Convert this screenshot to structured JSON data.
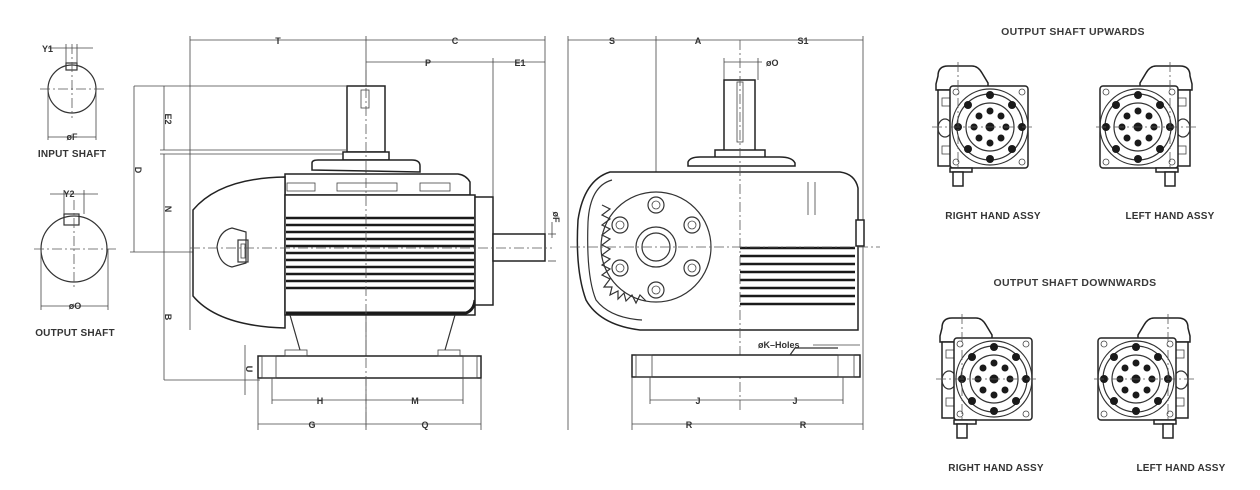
{
  "shaft_details": {
    "input_shaft": {
      "caption": "INPUT SHAFT",
      "key_width_label": "Y1",
      "diameter_label": "øF"
    },
    "output_shaft": {
      "caption": "OUTPUT SHAFT",
      "key_width_label": "Y2",
      "diameter_label": "øO"
    }
  },
  "side_view": {
    "dimensions": {
      "top": [
        "T",
        "C",
        "P",
        "E1"
      ],
      "left": [
        "D",
        "E2",
        "N",
        "B",
        "U"
      ],
      "right": [
        "øF"
      ],
      "bottom": [
        "H",
        "M",
        "G",
        "Q"
      ]
    }
  },
  "end_view": {
    "dimensions": {
      "top": [
        "S",
        "A",
        "S1",
        "øO"
      ],
      "holes_label": "øK–Holes",
      "bottom": [
        "J",
        "J",
        "R",
        "R"
      ]
    }
  },
  "assemblies": {
    "upwards": {
      "heading": "OUTPUT SHAFT UPWARDS",
      "right_caption": "RIGHT HAND ASSY",
      "left_caption": "LEFT HAND ASSY"
    },
    "downwards": {
      "heading": "OUTPUT SHAFT DOWNWARDS",
      "right_caption": "RIGHT HAND ASSY",
      "left_caption": "LEFT HAND ASSY"
    }
  }
}
